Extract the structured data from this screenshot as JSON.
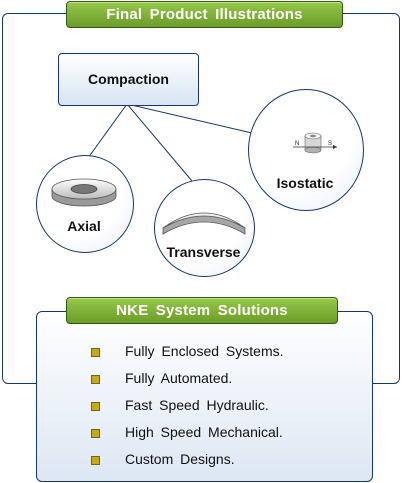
{
  "header": {
    "title": "Final Product Illustrations"
  },
  "diagram": {
    "root": "Compaction",
    "methods": [
      {
        "label": "Axial",
        "icon": "ring-washer-icon"
      },
      {
        "label": "Transverse",
        "icon": "arc-segment-icon"
      },
      {
        "label": "Isostatic",
        "icon": "magnet-cylinder-icon"
      }
    ],
    "iso_pole_n": "N",
    "iso_pole_s": "S"
  },
  "solutions": {
    "title": "NKE System Solutions",
    "items": [
      "Fully Enclosed Systems.",
      "Fully Automated.",
      "Fast Speed Hydraulic.",
      "High Speed Mechanical.",
      "Custom Designs."
    ]
  },
  "colors": {
    "border": "#16376a",
    "tab_green": "#7db238",
    "bullet": "#c8a914"
  }
}
